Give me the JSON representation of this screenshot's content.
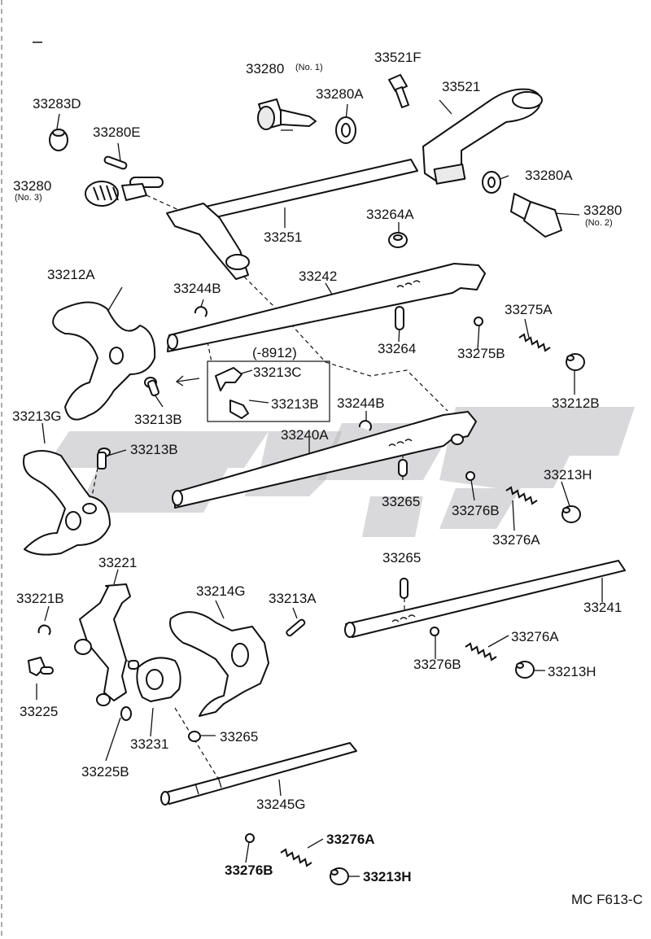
{
  "diagram_code": "MC F613-C",
  "inset_note": "(-8912)",
  "parts": {
    "p33280_no1": "33280",
    "p33280_no1_note": "(No. 1)",
    "p33521F": "33521F",
    "p33283D": "33283D",
    "p33280A_top": "33280A",
    "p33521": "33521",
    "p33280E": "33280E",
    "p33280_no3": "33280",
    "p33280_no3_note": "(No. 3)",
    "p33280A_right": "33280A",
    "p33280_no2": "33280",
    "p33280_no2_note": "(No. 2)",
    "p33264A": "33264A",
    "p33251": "33251",
    "p33212A": "33212A",
    "p33242": "33242",
    "p33244B_top": "33244B",
    "p33275A": "33275A",
    "p33264": "33264",
    "p33275B": "33275B",
    "p33213C": "33213C",
    "p33212B": "33212B",
    "p33213B_fork": "33213B",
    "p33213B_inset": "33213B",
    "p33244B_mid": "33244B",
    "p33213G": "33213G",
    "p33240A": "33240A",
    "p33213B_left": "33213B",
    "p33213H_mid": "33213H",
    "p33265_mid": "33265",
    "p33276B_mid": "33276B",
    "p33276A_mid": "33276A",
    "p33221": "33221",
    "p33265_right": "33265",
    "p33221B": "33221B",
    "p33214G": "33214G",
    "p33213A": "33213A",
    "p33241": "33241",
    "p33276A_right": "33276A",
    "p33276B_right": "33276B",
    "p33213H_right": "33213H",
    "p33225": "33225",
    "p33265_low": "33265",
    "p33231": "33231",
    "p33225B": "33225B",
    "p33245G": "33245G",
    "p33276A_bottom": "33276A",
    "p33276B_bottom": "33276B",
    "p33213H_bottom": "33213H"
  }
}
